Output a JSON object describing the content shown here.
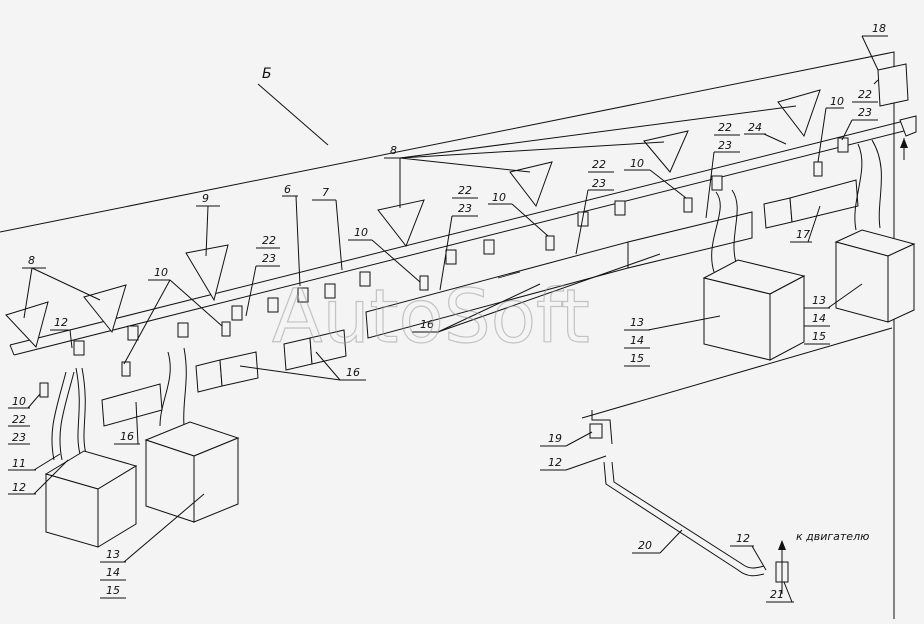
{
  "view_label": "Б",
  "labels": {
    "l18": "18",
    "l10a": "10",
    "l22a": "22",
    "l23a": "23",
    "l24": "24",
    "l8a": "8",
    "l22b": "22",
    "l23b": "23",
    "l10b": "10",
    "l22c": "22",
    "l23c": "23",
    "l9": "9",
    "l6": "6",
    "l7": "7",
    "l22d": "22",
    "l23d": "23",
    "l10c": "10",
    "l22e": "22",
    "l23e": "23",
    "l8b": "8",
    "l10d": "10",
    "l12a": "12",
    "l16a": "16",
    "l16b": "16",
    "l17": "17",
    "l13a": "13",
    "l14a": "14",
    "l15a": "15",
    "l13b": "13",
    "l14b": "14",
    "l15b": "15",
    "l10e": "10",
    "l22f": "22",
    "l23f": "23",
    "l16c": "16",
    "l11": "11",
    "l12b": "12",
    "l13c": "13",
    "l14c": "14",
    "l15c": "15",
    "l19": "19",
    "l12c": "12",
    "l20": "20",
    "l12d": "12",
    "l21": "21"
  },
  "engine_note": "к двигателю",
  "watermark": "AutoSoft"
}
